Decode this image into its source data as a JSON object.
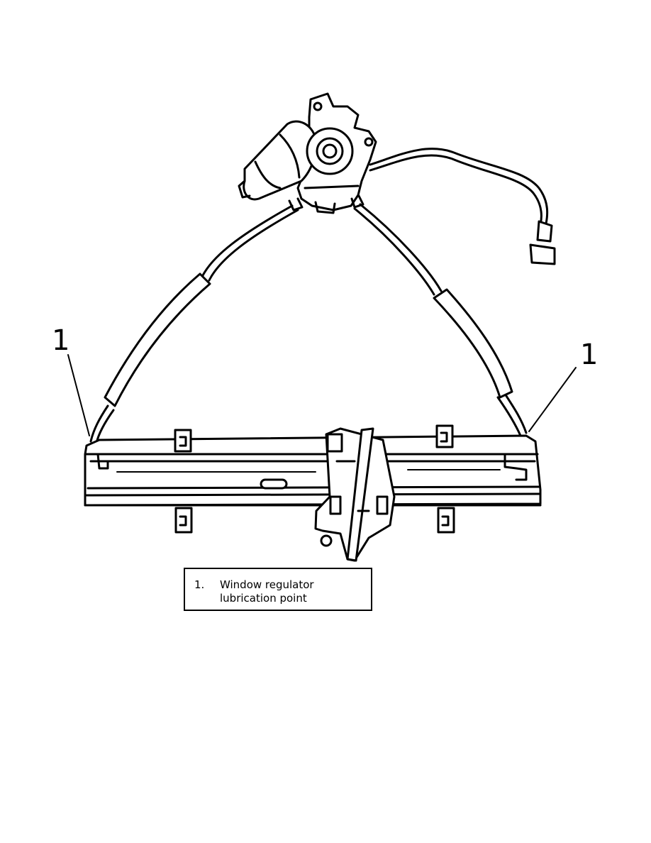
{
  "callouts": [
    {
      "number": "1"
    },
    {
      "number": "1"
    }
  ],
  "legend": {
    "items": [
      {
        "number": "1.",
        "text": "Window regulator lubrication point"
      }
    ]
  }
}
